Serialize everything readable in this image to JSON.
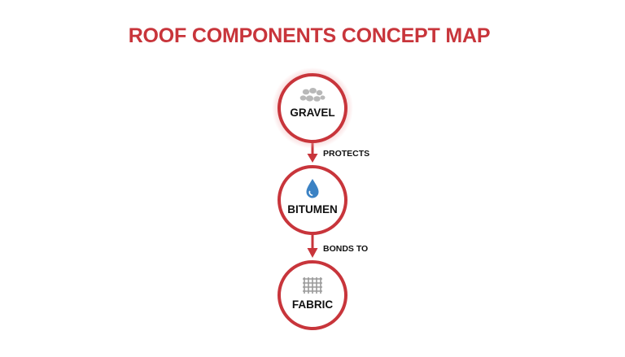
{
  "title": "ROOF COMPONENTS CONCEPT MAP",
  "colors": {
    "accent": "#c8353b",
    "glow": "#f3b3b5",
    "text": "#111111",
    "water": "#3b82c4",
    "gravel": "#b8b8b8",
    "mesh": "#9a9a9a"
  },
  "nodes": [
    {
      "id": "gravel",
      "label": "GRAVEL",
      "icon": "gravel-icon",
      "highlighted": true
    },
    {
      "id": "bitumen",
      "label": "BITUMEN",
      "icon": "water-drop-icon",
      "highlighted": false
    },
    {
      "id": "fabric",
      "label": "FABRIC",
      "icon": "mesh-grid-icon",
      "highlighted": false
    }
  ],
  "edges": [
    {
      "from": "gravel",
      "to": "bitumen",
      "label": "PROTECTS"
    },
    {
      "from": "bitumen",
      "to": "fabric",
      "label": "BONDS TO"
    }
  ]
}
